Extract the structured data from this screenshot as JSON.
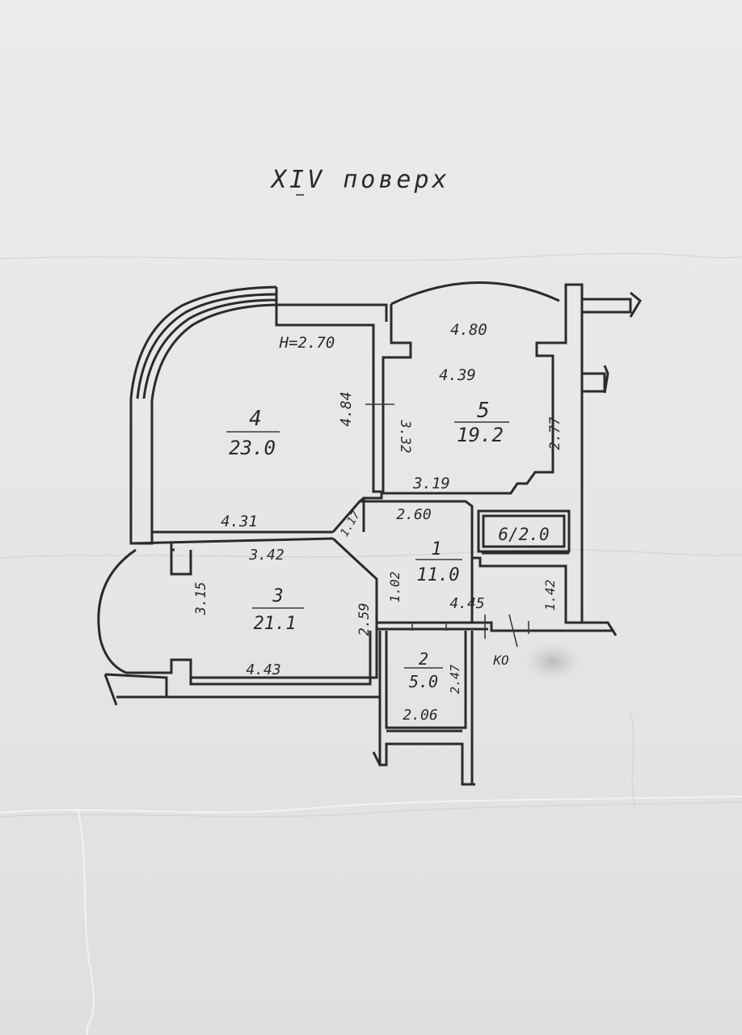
{
  "title": "XIV поверх",
  "ceiling_height": "H=2.70",
  "rooms": [
    {
      "number": "4",
      "area": "23.0"
    },
    {
      "number": "5",
      "area": "19.2"
    },
    {
      "number": "3",
      "area": "21.1"
    },
    {
      "number": "1",
      "area": "11.0"
    },
    {
      "number": "2",
      "area": "5.0"
    },
    {
      "label": "6/2.0"
    }
  ],
  "dimensions": {
    "r5_top": "4.80",
    "r5_width": "4.39",
    "r5_left": "3.32",
    "r5_right": "2.77",
    "r5_bottom": "3.19",
    "r4_right": "4.84",
    "r4_bottom": "4.31",
    "r3_top": "3.42",
    "r3_left": "3.15",
    "r3_right": "2.59",
    "r3_bottom": "4.43",
    "r1_top": "2.60",
    "r1_diag": "1.17",
    "r1_left": "1.02",
    "r1_bottom": "4.45",
    "r1_right": "1.42",
    "r2_right": "2.47",
    "r2_bottom": "2.06"
  },
  "marker": "КО"
}
